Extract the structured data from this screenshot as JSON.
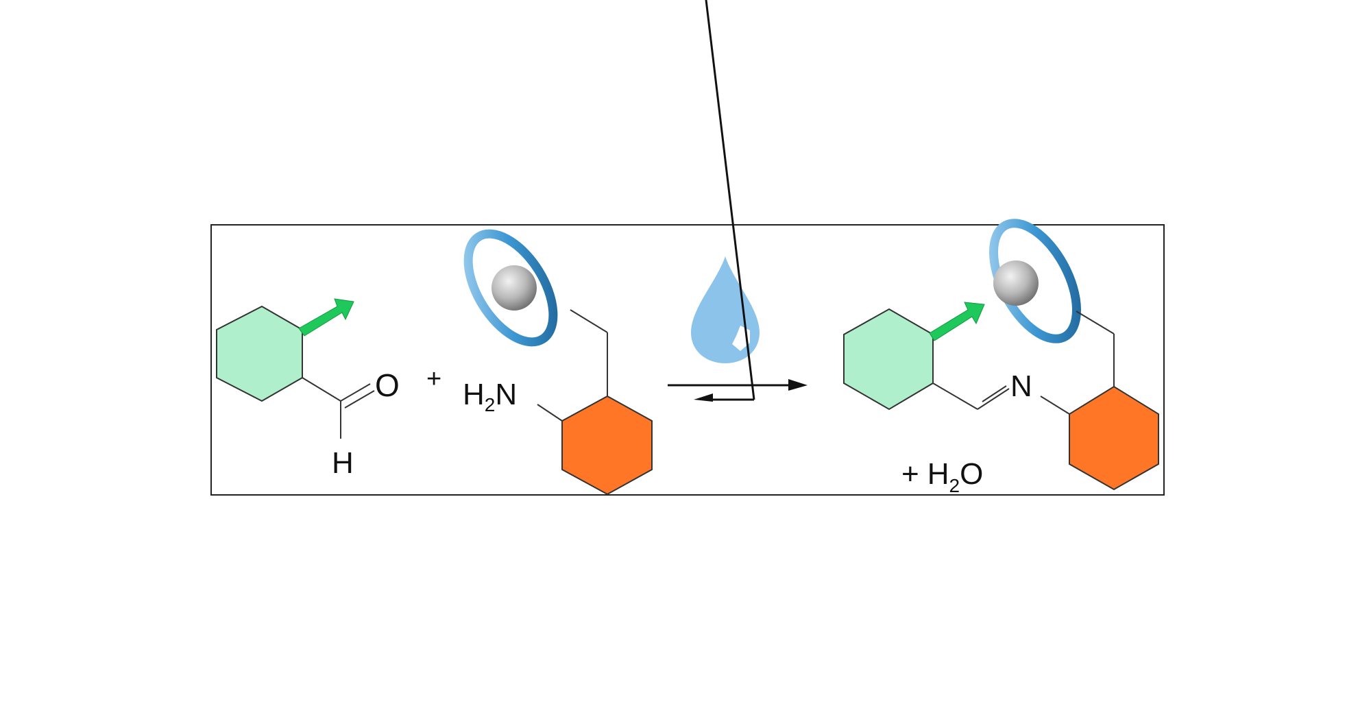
{
  "figure": {
    "type": "reaction scheme",
    "description": "Imine (Schiff base) formation between an aldehyde and an amine bearing a macrocycle-threaded axle, in water, reversible",
    "colors": {
      "aldehyde_ring": "#b0efcc",
      "amine_ring": "#ff7626",
      "directing_arrow": "#1ec85a",
      "macrocycle": "#2e88c4",
      "water_drop": "#8cc3ea",
      "bond": "#333333",
      "frame": "#000000"
    }
  },
  "reactants": {
    "aldehyde": {
      "oxygen_label": "O",
      "hydrogen_label": "H"
    },
    "plus_sign": "+",
    "amine": {
      "amine_label_h": "H",
      "amine_label_sub": "2",
      "amine_label_n": "N"
    }
  },
  "conditions": {
    "icon": "water-drop-icon",
    "arrow": "equilibrium-arrows"
  },
  "products": {
    "imine": {
      "nitrogen_label": "N"
    },
    "byproduct": {
      "plus": "+",
      "h": "H",
      "sub": "2",
      "o": "O"
    }
  }
}
